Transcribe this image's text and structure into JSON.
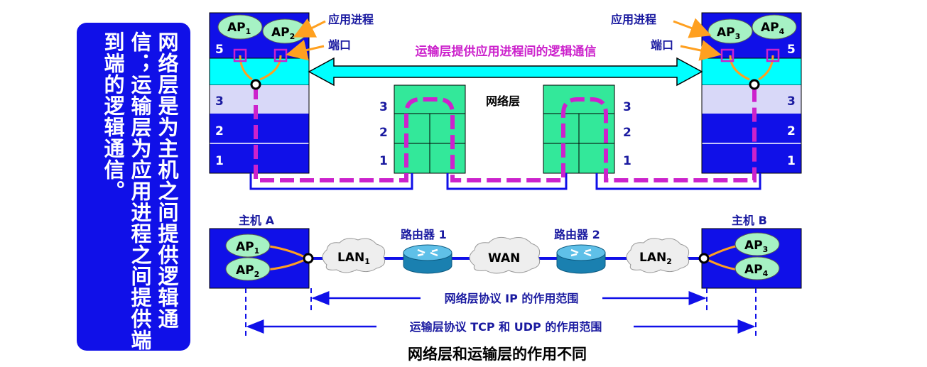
{
  "side_note": "网络层是为主机之间提供逻辑通信；运输层为应用进程之间提供端到端的逻辑通信。",
  "caption": "网络层和运输层的作用不同",
  "top": {
    "logical_comm_label": "运输层提供应用进程间的逻辑通信",
    "network_layer_label": "网络层",
    "app_process_label": "应用进程",
    "port_label": "端口",
    "layer_numbers": [
      "5",
      "3",
      "2",
      "1"
    ],
    "router_layer_numbers": [
      "3",
      "2",
      "1"
    ],
    "host_a_aps": [
      {
        "base": "AP",
        "sub": "1"
      },
      {
        "base": "AP",
        "sub": "2"
      }
    ],
    "host_b_aps": [
      {
        "base": "AP",
        "sub": "3"
      },
      {
        "base": "AP",
        "sub": "4"
      }
    ]
  },
  "bottom": {
    "host_a_label": "主机 A",
    "host_b_label": "主机 B",
    "router1_label": "路由器 1",
    "router2_label": "路由器 2",
    "lan1": {
      "base": "LAN",
      "sub": "1"
    },
    "wan": "WAN",
    "lan2": {
      "base": "LAN",
      "sub": "2"
    },
    "host_a_aps": [
      {
        "base": "AP",
        "sub": "1"
      },
      {
        "base": "AP",
        "sub": "2"
      }
    ],
    "host_b_aps": [
      {
        "base": "AP",
        "sub": "3"
      },
      {
        "base": "AP",
        "sub": "4"
      }
    ],
    "ip_scope_label": "网络层协议 IP 的作用范围",
    "transport_scope_label": "运输层协议 TCP 和 UDP 的作用范围"
  },
  "colors": {
    "host_blue": "#1010e8",
    "transport_cyan": "#00ffff",
    "layer3_lavender": "#d8d8f8",
    "router_green": "#33e89a",
    "ap_green": "#a6f2c4",
    "logical_purple": "#cc22cc",
    "arrow_orange": "#ffa020",
    "label_blue": "#1a1aa0",
    "path_blue": "#1010e8"
  }
}
